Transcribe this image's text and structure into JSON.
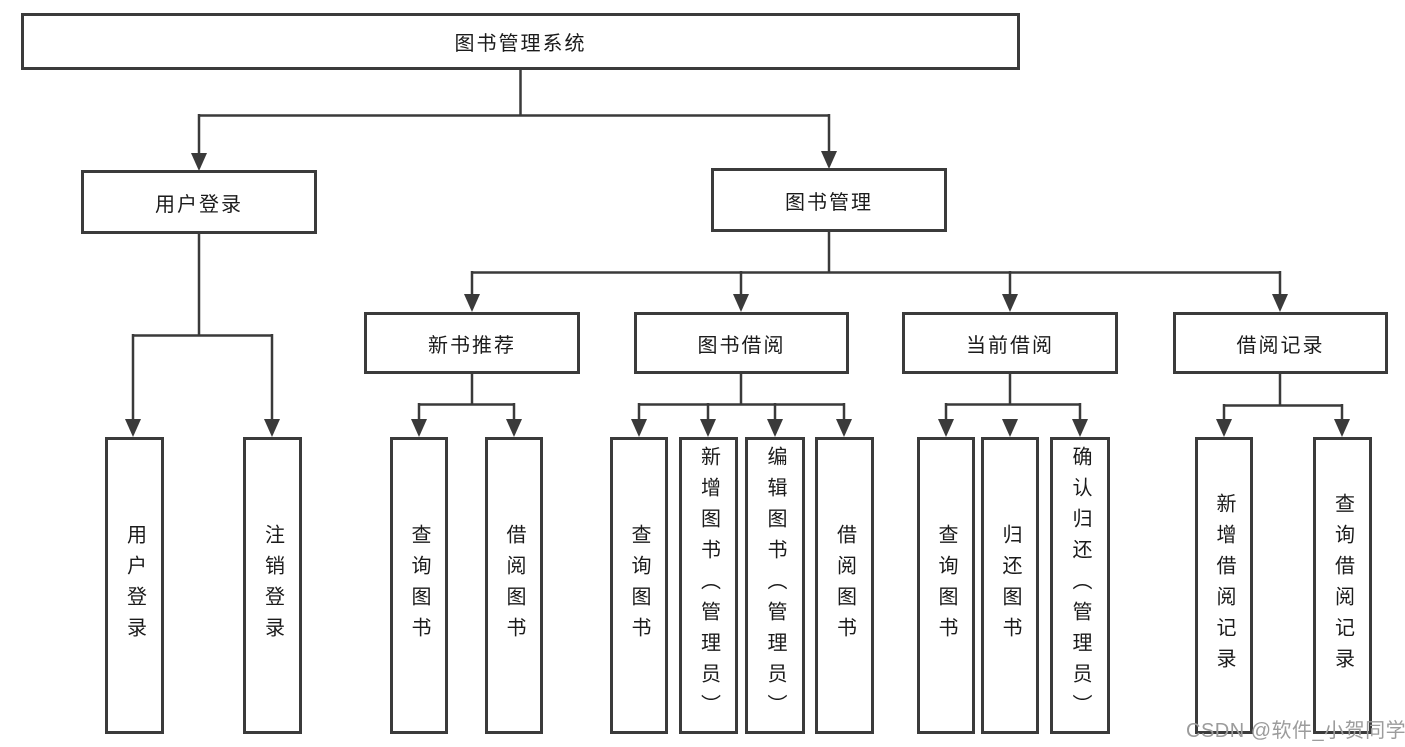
{
  "diagram": {
    "title": "图书管理系统",
    "type": "hierarchy-chart",
    "colors": {
      "background": "#ffffff",
      "line": "#3a3a3a",
      "box_border": "#3b3b3b",
      "text": "#1b1b1b",
      "watermark": "#9c9c9c"
    },
    "watermark": {
      "text": "CSDN @软件_小贺同学"
    },
    "nodes": {
      "root": {
        "label": "图书管理系统",
        "children": [
          "user_login",
          "book_mgmt"
        ]
      },
      "user_login": {
        "label": "用户登录",
        "children": [
          "ul_user_login",
          "ul_logout"
        ]
      },
      "book_mgmt": {
        "label": "图书管理",
        "children": [
          "new_book_rec",
          "book_borrow",
          "current_borrow",
          "borrow_records"
        ]
      },
      "new_book_rec": {
        "label": "新书推荐",
        "children": [
          "nr_query_books",
          "nr_borrow_books"
        ]
      },
      "book_borrow": {
        "label": "图书借阅",
        "children": [
          "bb_query_books",
          "bb_add_books",
          "bb_edit_books",
          "bb_borrow_books"
        ]
      },
      "current_borrow": {
        "label": "当前借阅",
        "children": [
          "cb_query_books",
          "cb_return_books",
          "cb_confirm_return"
        ]
      },
      "borrow_records": {
        "label": "借阅记录",
        "children": [
          "br_add_record",
          "br_query_record"
        ]
      },
      "ul_user_login": {
        "label": "用户登录"
      },
      "ul_logout": {
        "label": "注销登录"
      },
      "nr_query_books": {
        "label": "查询图书"
      },
      "nr_borrow_books": {
        "label": "借阅图书"
      },
      "bb_query_books": {
        "label": "查询图书"
      },
      "bb_add_books": {
        "label": "新增图书（管理员）"
      },
      "bb_edit_books": {
        "label": "编辑图书（管理员）"
      },
      "bb_borrow_books": {
        "label": "借阅图书"
      },
      "cb_query_books": {
        "label": "查询图书"
      },
      "cb_return_books": {
        "label": "归还图书"
      },
      "cb_confirm_return": {
        "label": "确认归还（管理员）"
      },
      "br_add_record": {
        "label": "新增借阅记录"
      },
      "br_query_record": {
        "label": "查询借阅记录"
      }
    }
  }
}
